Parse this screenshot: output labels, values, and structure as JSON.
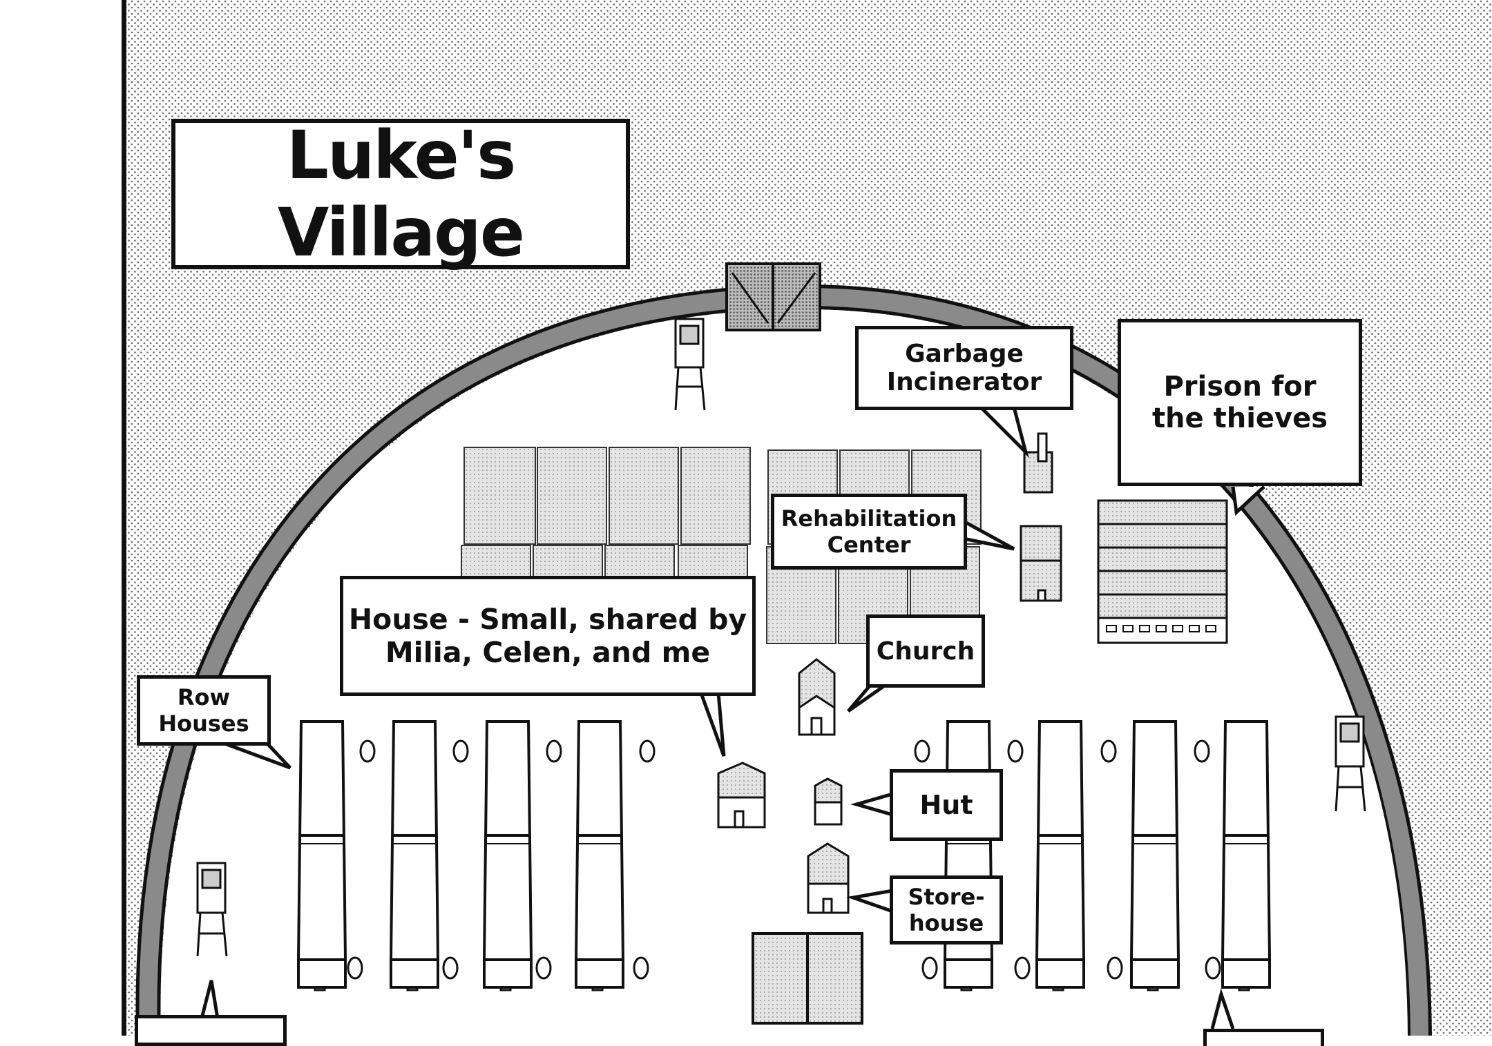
{
  "map": {
    "title": "Luke's Village",
    "labels": {
      "garbage": "Garbage\nIncinerator",
      "prison": "Prison for\nthe thieves",
      "rehab": "Rehabilitation\nCenter",
      "house": "House - Small, shared by\nMilia, Celen, and me",
      "church": "Church",
      "row_houses": "Row\nHouses",
      "hut": "Hut",
      "storehouse": "Store-\nhouse"
    },
    "colors": {
      "ink": "#111111",
      "screentone": "#d9d9d9",
      "paper": "#ffffff"
    }
  }
}
